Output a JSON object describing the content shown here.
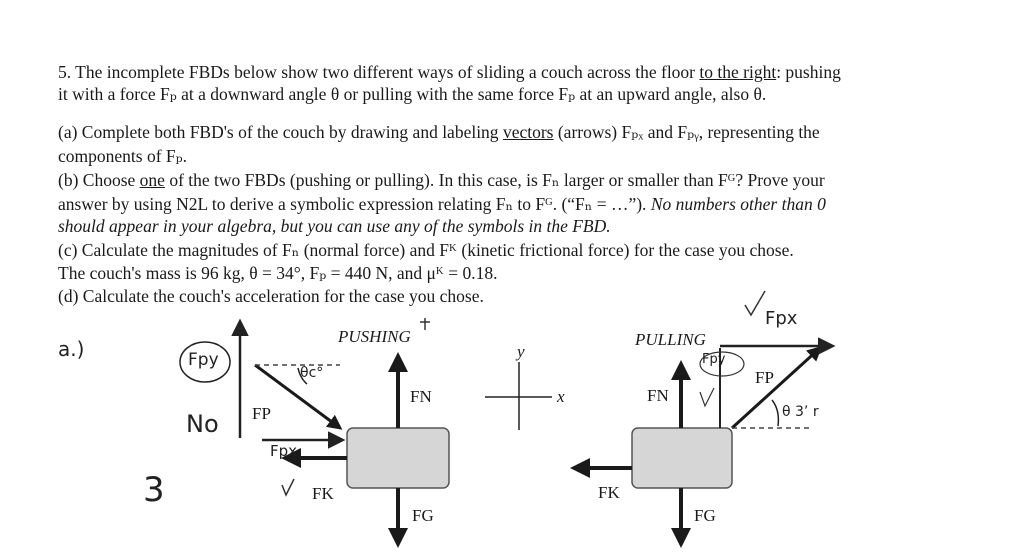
{
  "question": {
    "line1": "5. The incomplete FBDs below show two different ways of sliding a couch across the floor",
    "line1_link": "to the right",
    "line1_tail": ": pushing",
    "line2": "it with a force Fₚ at a downward angle θ or pulling with the same force Fₚ at an upward angle, also θ.",
    "a_line1_pre": "(a) Complete both FBD's of the couch by drawing and labeling",
    "a_line1_link": "vectors",
    "a_line1_post": "(arrows) Fₚₓ and Fₚᵧ, representing the",
    "a_line2": "components of Fₚ.",
    "b_line1_pre": "(b) Choose",
    "b_line1_link": "one",
    "b_line1_post": "of the two FBDs (pushing or pulling). In this case, is Fₙ larger or smaller than Fᴳ? Prove your",
    "b_line2_pre": "answer by using N2L to derive a symbolic expression relating Fₙ to Fᴳ. (“Fₙ = …”).",
    "b_line2_ital": "No numbers other than 0",
    "b_line3_ital": "should appear in your algebra, but you can use any of the symbols in the FBD.",
    "c_line1": "(c) Calculate the magnitudes of Fₙ (normal force) and Fᴷ (kinetic frictional force) for the case you chose.",
    "c_line2": "The couch's mass is 96 kg, θ = 34°, Fₚ = 440 N, and μᴷ = 0.18.",
    "d_line1": "(d) Calculate the couch's acceleration for the case you chose."
  },
  "diagrams": {
    "pushing_title": "PUSHING",
    "pulling_title": "PULLING",
    "fn_label": "FN",
    "fg_label": "FG",
    "fk_label": "FK",
    "fp_label": "FP",
    "axis_y": "y",
    "axis_x": "x"
  },
  "handwriting": {
    "part_label": "a.)",
    "fpy_circled": "Fpy",
    "no": "No",
    "score": "3",
    "fpx_left": "Fpx",
    "theta_left": "θc°",
    "fpy_right": "Fpy",
    "fpx_right": "Fpx",
    "theta_right": "θ 3’ r"
  }
}
